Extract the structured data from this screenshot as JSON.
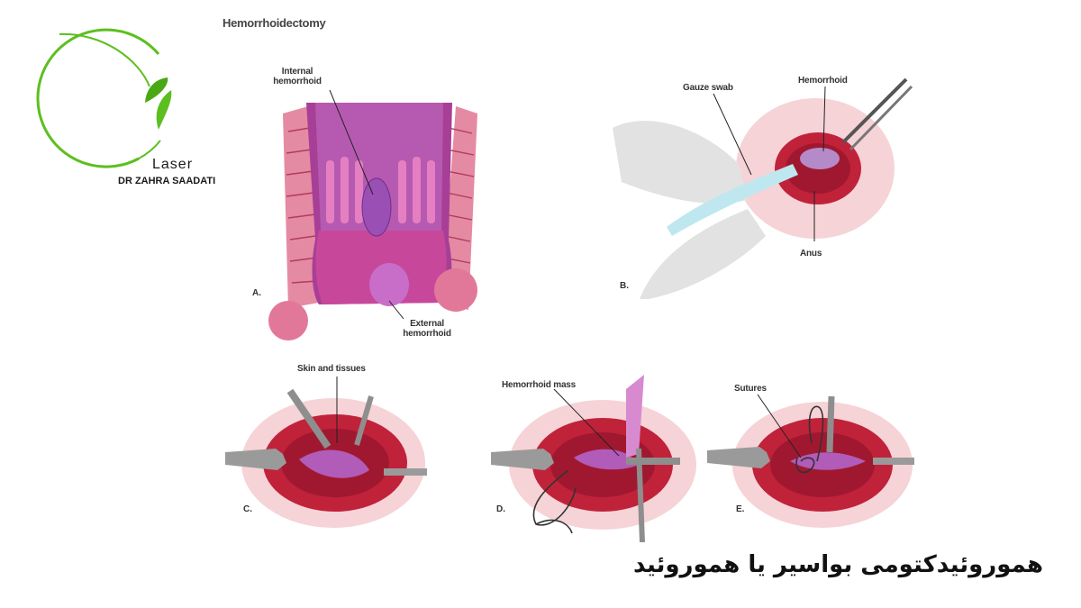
{
  "logo": {
    "title": "Laser",
    "subtitle": "DR ZAHRA SAADATI",
    "accent_color": "#5cbf1f",
    "icon": "leaf-ring-icon"
  },
  "figure": {
    "title": "Hemorrhoidectomy",
    "panels": {
      "a": {
        "letter": "A.",
        "internal_label": "Internal\nhemorrhoid",
        "external_label": "External\nhemorrhoid"
      },
      "b": {
        "letter": "B.",
        "gauze_label": "Gauze swab",
        "hemorrhoid_label": "Hemorrhoid",
        "anus_label": "Anus"
      },
      "c": {
        "letter": "C.",
        "skin_label": "Skin and tissues"
      },
      "d": {
        "letter": "D.",
        "mass_label": "Hemorrhoid mass"
      },
      "e": {
        "letter": "E.",
        "sutures_label": "Sutures"
      }
    }
  },
  "caption": "هموروئیدکتومی بواسیر یا هموروئید",
  "colors": {
    "tissue_red": "#c0223a",
    "mucosa_pink": "#d9528a",
    "hemorrhoid_purple": "#b05cb8",
    "glow_pink": "#f6d3d7",
    "instrument_gray": "#9a9a9a"
  }
}
